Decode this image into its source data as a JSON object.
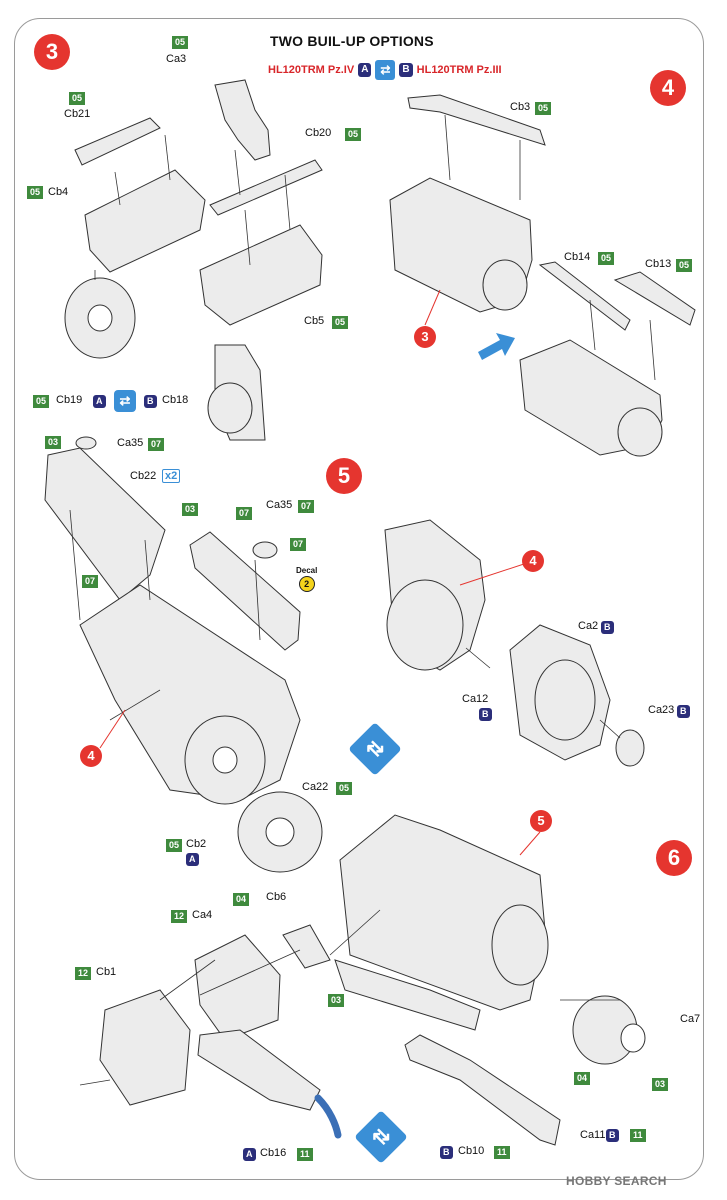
{
  "header": {
    "title": "TWO BUIL-UP OPTIONS",
    "option_a_name": "HL120TRM Pz.IV",
    "option_a_badge": "A",
    "option_b_badge": "B",
    "option_b_name": "HL120TRM Pz.III"
  },
  "steps": {
    "s3": "3",
    "s4": "4",
    "s5": "5",
    "s6": "6",
    "ref3": "3",
    "ref4a": "4",
    "ref4b": "4",
    "ref5": "5"
  },
  "labels": {
    "ca3": "Ca3",
    "cb21": "Cb21",
    "cb20": "Cb20",
    "cb4": "Cb4",
    "cb5": "Cb5",
    "cb19": "Cb19",
    "cb18": "Cb18",
    "cb3": "Cb3",
    "cb14": "Cb14",
    "cb13": "Cb13",
    "ca35a": "Ca35",
    "cb22": "Cb22",
    "ca35b": "Ca35",
    "decal": "Decal",
    "decal_no": "2",
    "ca2": "Ca2",
    "ca12": "Ca12",
    "ca23": "Ca23",
    "ca22": "Ca22",
    "cb2": "Cb2",
    "ca4": "Ca4",
    "cb6": "Cb6",
    "cb1": "Cb1",
    "ca7": "Ca7",
    "cb16": "Cb16",
    "cb10": "Cb10",
    "ca11": "Ca11",
    "x2": "x2"
  },
  "sprues": {
    "n05": "05",
    "n07": "07",
    "n03": "03",
    "n04": "04",
    "n11": "11",
    "n12": "12"
  },
  "variants": {
    "a": "A",
    "b": "B"
  },
  "watermark": "HOBBY SEARCH",
  "colors": {
    "step_red": "#e5352f",
    "sprue_green": "#3f8a3d",
    "variant_navy": "#2b2e7a",
    "swap_blue": "#3a8fd6",
    "hose_blue": "#3b6fb6"
  },
  "icons": [
    "swap-arrows-icon",
    "decal-icon",
    "direction-arrow-icon"
  ]
}
